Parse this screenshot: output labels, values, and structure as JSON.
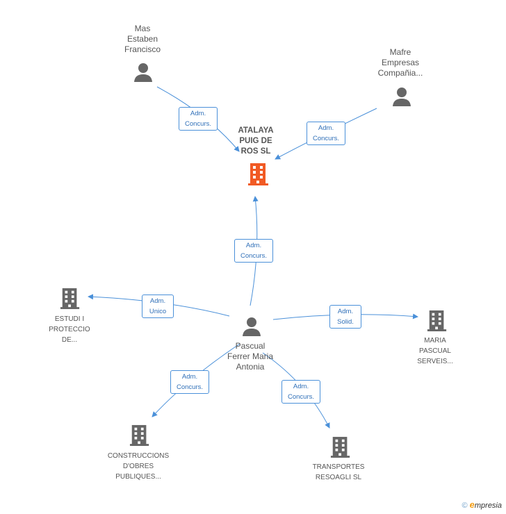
{
  "center": {
    "lines": [
      "ATALAYA",
      "PUIG DE",
      "ROS SL"
    ],
    "icon": "building-icon",
    "color": "#f15a24"
  },
  "persons": [
    {
      "id": "mas",
      "lines": [
        "Mas",
        "Estaben",
        "Francisco"
      ],
      "icon": "person-icon"
    },
    {
      "id": "mafre",
      "lines": [
        "Mafre",
        "Empresas",
        "Compañia..."
      ],
      "icon": "person-icon"
    },
    {
      "id": "pascual",
      "lines": [
        "Pascual",
        "Ferrer Maria",
        "Antonia"
      ],
      "icon": "person-icon"
    }
  ],
  "companies": [
    {
      "id": "estudi",
      "lines": [
        "ESTUDI I",
        "PROTECCIO",
        "DE..."
      ],
      "icon": "building-icon"
    },
    {
      "id": "maria",
      "lines": [
        "MARIA",
        "PASCUAL",
        "SERVEIS..."
      ],
      "icon": "building-icon"
    },
    {
      "id": "construccions",
      "lines": [
        "CONSTRUCCIONS",
        "D'OBRES",
        "PUBLIQUES..."
      ],
      "icon": "building-icon"
    },
    {
      "id": "transportes",
      "lines": [
        "TRANSPORTES",
        "RESOAGLI SL"
      ],
      "icon": "building-icon"
    }
  ],
  "relations": [
    {
      "id": "mas-center",
      "lines": [
        "Adm.",
        "Concurs."
      ]
    },
    {
      "id": "mafre-center",
      "lines": [
        "Adm.",
        "Concurs."
      ]
    },
    {
      "id": "pascual-center",
      "lines": [
        "Adm.",
        "Concurs."
      ]
    },
    {
      "id": "pascual-estudi",
      "lines": [
        "Adm.",
        "Unico"
      ]
    },
    {
      "id": "pascual-maria",
      "lines": [
        "Adm.",
        "Solid."
      ]
    },
    {
      "id": "pascual-construccions",
      "lines": [
        "Adm.",
        "Concurs."
      ]
    },
    {
      "id": "pascual-transportes",
      "lines": [
        "Adm.",
        "Concurs."
      ]
    }
  ],
  "colors": {
    "edge": "#4a90d9",
    "node": "#666666",
    "center": "#f15a24"
  },
  "footer": {
    "copyright": "©",
    "brand_initial": "e",
    "brand_rest": "mpresia"
  }
}
